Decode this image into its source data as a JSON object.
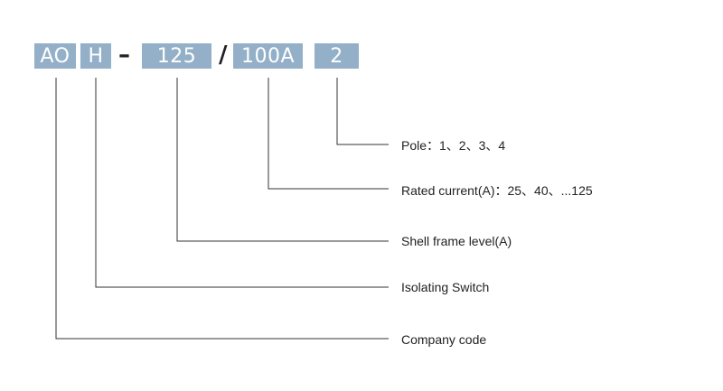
{
  "code": {
    "segments": [
      "AO",
      "H",
      "125",
      "100A",
      "2"
    ],
    "separators": [
      "–",
      "/"
    ]
  },
  "labels": {
    "pole": "Pole：1、2、3、4",
    "rated_current": "Rated current(A)：25、40、...125",
    "shell_frame": "Shell frame level(A)",
    "isolating": "Isolating Switch",
    "company": "Company code"
  },
  "colors": {
    "box": "#93b0c8",
    "line": "#333333"
  }
}
